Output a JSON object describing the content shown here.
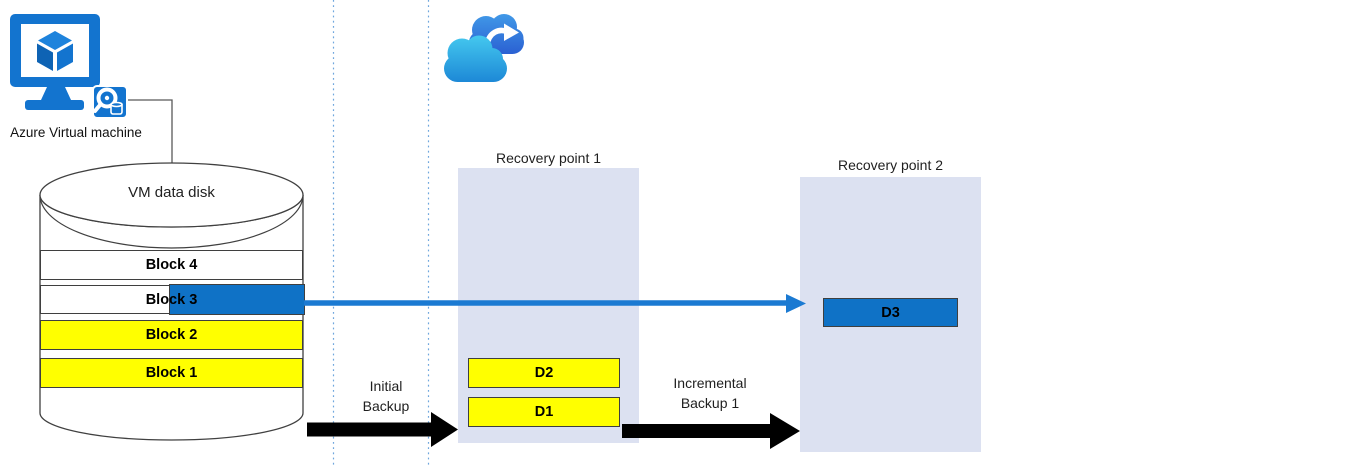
{
  "diagram": {
    "vm": {
      "label": "Azure Virtual machine"
    },
    "disk": {
      "title": "VM data disk",
      "blocks": [
        {
          "label": "Block 4",
          "fill": "white"
        },
        {
          "label": "Block 3",
          "fill": "white+blue-changed-region"
        },
        {
          "label": "Block 2",
          "fill": "yellow"
        },
        {
          "label": "Block 1",
          "fill": "yellow"
        }
      ]
    },
    "flows": {
      "initial": {
        "line1": "Initial",
        "line2": "Backup"
      },
      "incremental": {
        "line1": "Incremental",
        "line2": "Backup 1"
      }
    },
    "recovery_points": [
      {
        "title": "Recovery point 1",
        "items": [
          "D2",
          "D1"
        ]
      },
      {
        "title": "Recovery point 2",
        "items": [
          "D3"
        ]
      }
    ]
  },
  "colors": {
    "azure_blue": "#1374cf",
    "block_blue": "#0f72c6",
    "arrow_blue": "#1b7ad2",
    "yellow": "#ffff00",
    "lavender": "#dce1f1",
    "black_arrow": "#000000",
    "dotted_guide": "#6fa6dd"
  }
}
